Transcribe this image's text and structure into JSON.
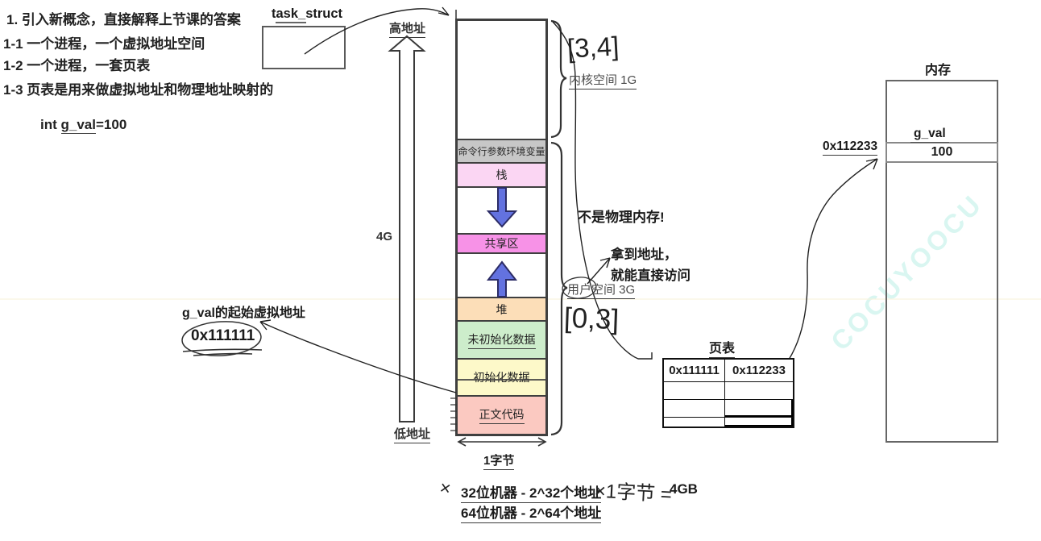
{
  "notes": {
    "line1": "1. 引入新概念，直接解释上节课的答案",
    "line2": "1-1 一个进程，一个虚拟地址空间",
    "line3": "1-2 一个进程，一套页表",
    "line4": "1-3 页表是用来做虚拟地址和物理地址映射的",
    "code_prefix": "int ",
    "code_var": "g_val",
    "code_suffix": "=100"
  },
  "task_struct_label": "task_struct",
  "axis": {
    "high": "高地址",
    "low": "低地址",
    "size": "4G"
  },
  "vas": {
    "cmdline": "命令行参数环境变量",
    "stack": "栈",
    "shared": "共享区",
    "heap": "堆",
    "uninit": "未初始化数据",
    "init": "初始化数据",
    "code": "正文代码",
    "width": "1字节"
  },
  "annotations": {
    "kernel_space": "内核空间 1G",
    "user_space": "用户空间 3G",
    "range_kernel": "[3,4]",
    "range_user": "[0,3]",
    "not_physical": "不是物理内存!",
    "get_addr1": "拿到地址，",
    "get_addr2": "就能直接访问",
    "gval_label": "g_val的起始虚拟地址",
    "gval_vaddr": "0x111111"
  },
  "page_table": {
    "title": "页表",
    "rows": [
      [
        "0x111111",
        "0x112233"
      ],
      [
        "",
        ""
      ],
      [
        "",
        ""
      ],
      [
        "",
        ""
      ]
    ]
  },
  "memory": {
    "title": "内存",
    "address": "0x112233",
    "var_name": "g_val",
    "var_value": "100"
  },
  "footer": {
    "check": "×",
    "m32": "32位机器 - 2^32个地址",
    "hand": "×1字节 =",
    "result": "4GB",
    "m64": "64位机器 - 2^64个地址"
  },
  "watermark": "COCUYOOCU",
  "colors": {
    "section_cmdline": "#c7c7c7",
    "section_stack": "#fbd6f3",
    "section_shared": "#f792e7",
    "section_heap": "#fcdeb8",
    "section_uninit": "#cdedcb",
    "section_init": "#fdf9c9",
    "section_code": "#fbc9c1",
    "arrow_blue": "#6372e0",
    "watermark_color": "#d9f6f1"
  }
}
